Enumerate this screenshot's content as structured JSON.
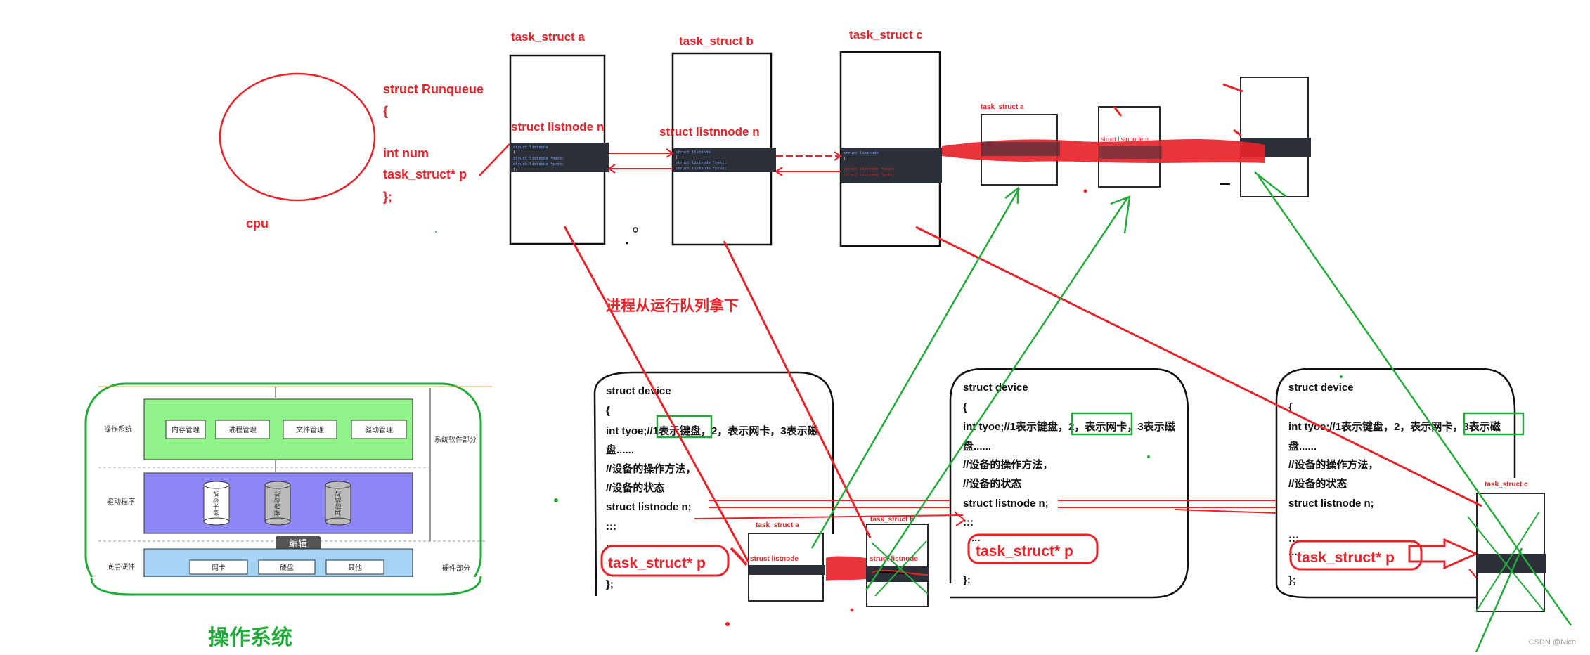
{
  "task_structs": [
    {
      "label": "task_struct a",
      "listnode": "struct listnode n"
    },
    {
      "label": "task_struct b",
      "listnode": "struct listnnode n"
    },
    {
      "label": "task_struct c",
      "listnode": ""
    }
  ],
  "mini_task_labels": [
    "task_struct a",
    "struct listnode n",
    "struct listnnode n"
  ],
  "code_snippet": {
    "line1": "struct listnode",
    "line2": "{",
    "line3": "struct listnode *next;",
    "line4": "struct listnode *prev;",
    "line5": "};"
  },
  "runqueue": {
    "line1": "struct Runqueue",
    "line2": "{",
    "line3": "int num",
    "line4": "task_struct* p",
    "line5": "};",
    "cpu": "cpu"
  },
  "annotation": "进程从运行队列拿下",
  "devices": [
    {
      "l1": "struct device",
      "l2": "{",
      "l3a": "int tyoe;//",
      "l3b": "1表示键盘",
      "l3c": "，2，表示网卡，3表示磁",
      "l4": "盘......",
      "l5": "//设备的操作方法，",
      "l6": "//设备的状态",
      "l7": "struct listnode n;",
      "l8": ":::",
      "l9": "...",
      "ptr": "task_struct* p",
      "end": "};"
    },
    {
      "l1": "struct device",
      "l2": "{",
      "l3a": "int tyoe;//1表示键盘，2，",
      "l3b": "表示网卡",
      "l3c": "，3表示磁",
      "l4": "盘......",
      "l5": "//设备的操作方法，",
      "l6": "//设备的状态",
      "l7": "struct listnode n;",
      "l8": ":::",
      "l9": "...",
      "ptr": "task_struct* p",
      "end": "};"
    },
    {
      "l1": "struct device",
      "l2": "{",
      "l3a": "int tyoe;//1表示键盘，2，表示网卡，",
      "l3b": "3表示磁",
      "l3c": "",
      "l4": "盘......",
      "l5": "//设备的操作方法，",
      "l6": "//设备的状态",
      "l7": "struct listnode n;",
      "l8": ":::",
      "l9": "...",
      "ptr": "task_struct* p",
      "end": "};"
    }
  ],
  "device_mini_labels": [
    "task_struct a",
    "task_struct b",
    "task_struct c",
    "struct listnode",
    "struct listnode"
  ],
  "os_diagram": {
    "title": "操作系统",
    "row1_label": "操作系统",
    "row1_items": [
      "内存管理",
      "进程管理",
      "文件管理",
      "驱动管理"
    ],
    "row1_side": "系统软件部分",
    "row2_label": "驱动程序",
    "row2_items": [
      "网卡驱动",
      "硬盘驱动",
      "其他驱动"
    ],
    "edit_label": "编辑",
    "row3_label": "底层硬件",
    "row3_items": [
      "网卡",
      "硬盘",
      "其他"
    ],
    "row3_side": "硬件部分"
  },
  "watermark": "CSDN @Nicn",
  "colors": {
    "red": "#e8232a",
    "green": "#22aa3a",
    "dark": "#2a2f38"
  }
}
